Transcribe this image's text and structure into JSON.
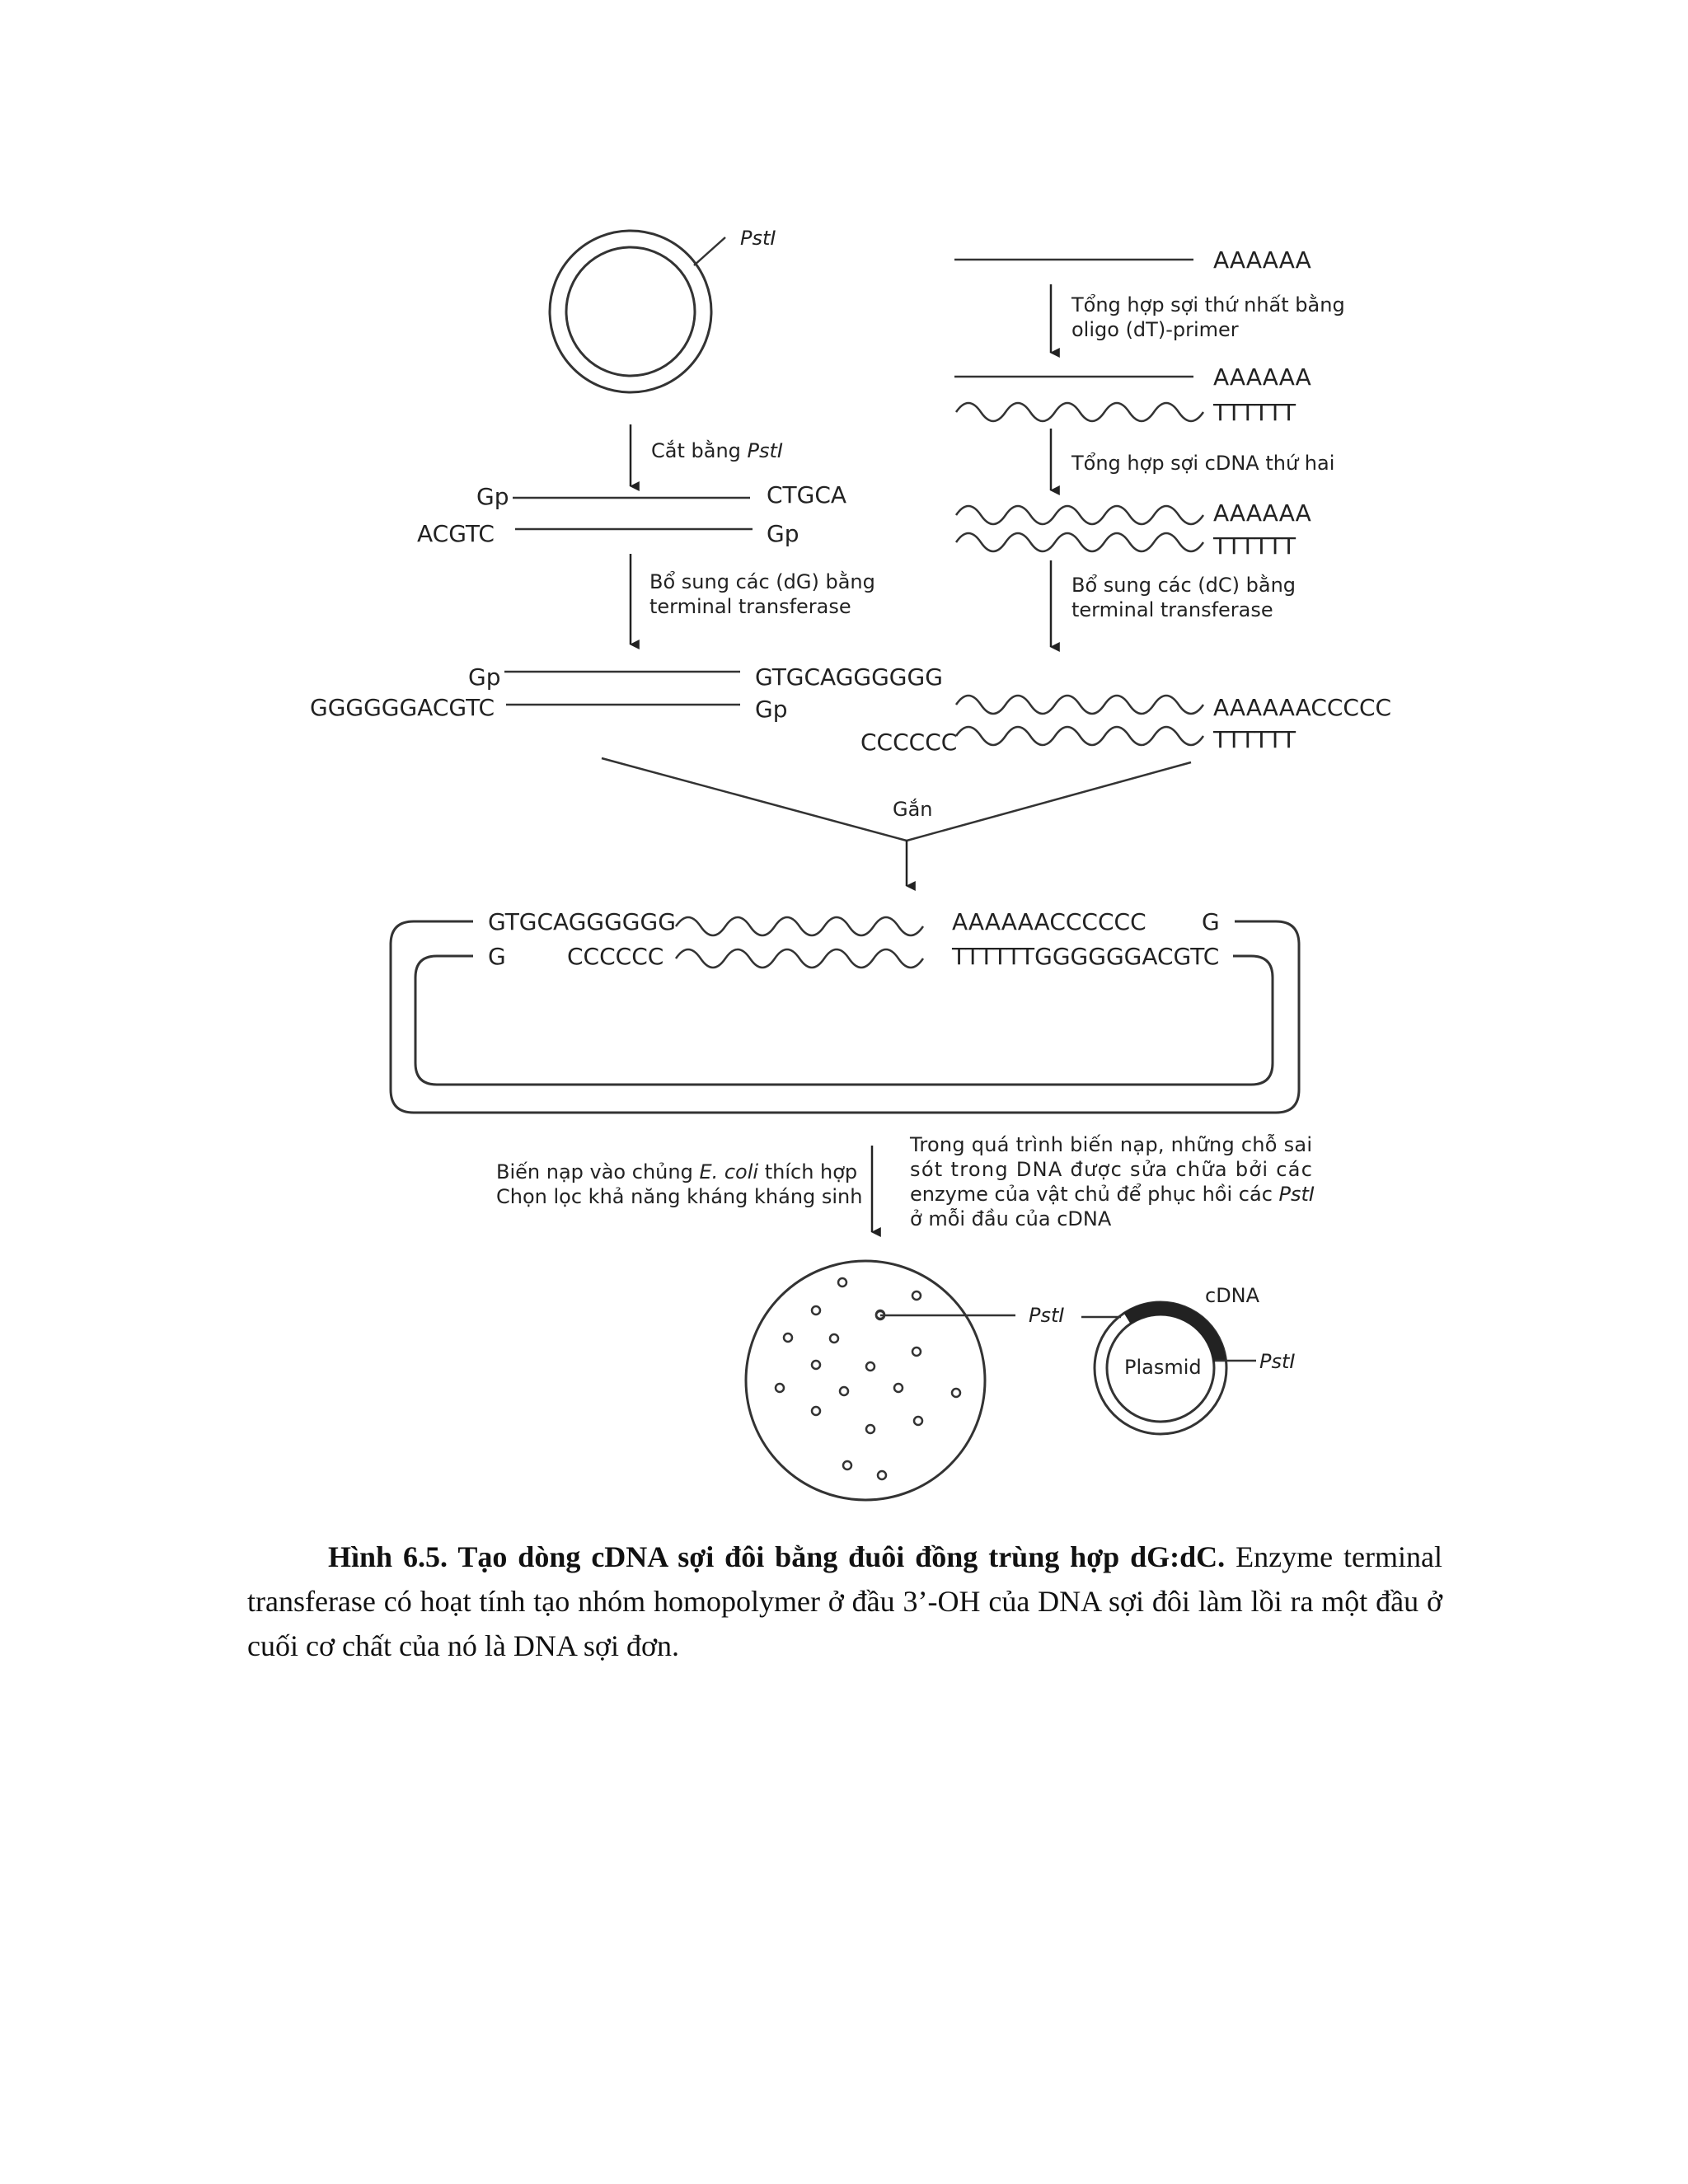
{
  "diagram": {
    "pst_label": "PstI",
    "left": {
      "cut_label_prefix": "Cắt bằng ",
      "cut_label_enzyme": "PstI",
      "gp_top": "Gp",
      "ctgca": "CTGCA",
      "acgtc": "ACGTC",
      "gp_bottom": "Gp",
      "add_dg_line1": "Bổ sung các (dG) bằng",
      "add_dg_line2": "terminal transferase",
      "gp_top2": "Gp",
      "gtgcag_tail": "GTGCAGGGGGG",
      "gggggg_acgtc": "GGGGGGACGTC",
      "gp_bottom2": "Gp"
    },
    "right": {
      "polyA1": "AAAAAA",
      "step1_line1": "Tổng hợp sợi thứ nhất bằng",
      "step1_line2": "oligo (dT)-primer",
      "polyA2": "AAAAAA",
      "polyT2": "TTTTTT",
      "step2": "Tổng hợp sợi cDNA thứ hai",
      "polyA3": "AAAAAA",
      "polyT3": "TTTTTT",
      "step3_line1": "Bổ sung các (dC) bằng",
      "step3_line2": "terminal transferase",
      "polyA_c": "AAAAAACCCCC",
      "cccccc": "CCCCCC",
      "polyT4": "TTTTTT"
    },
    "ligate": "Gắn",
    "hybrid": {
      "top_left": "GTGCAGGGGGG",
      "top_right": "AAAAAACCCCCC",
      "top_g": "G",
      "bottom_g": "G",
      "bottom_c": "CCCCCC",
      "bottom_right": "TTTTTTGGGGGGACGTC"
    },
    "transform_left_line1_prefix": "Biến nạp vào chủng ",
    "transform_left_line1_italic": "E. coli",
    "transform_left_line1_suffix": " thích hợp",
    "transform_left_line2": "Chọn lọc khả năng kháng kháng sinh",
    "transform_right_line1": "Trong quá trình biến nạp, những chỗ sai",
    "transform_right_line2": "sót trong DNA được sửa chữa bởi các",
    "transform_right_line3_prefix": "enzyme của vật chủ để phục hồi các ",
    "transform_right_line3_italic": "PstI",
    "transform_right_line4": "ở mỗi đầu của cDNA",
    "plate_pst": "PstI",
    "plasmid_label": "Plasmid",
    "cdna_label": "cDNA",
    "plasmid_pst": "PstI"
  },
  "caption": {
    "title": "Hình 6.5. Tạo dòng cDNA sợi đôi bằng đuôi đồng trùng hợp dG:dC.",
    "body": " Enzyme terminal transferase có hoạt tính tạo nhóm homopolymer ở đầu 3’-OH của DNA sợi đôi làm lồi ra một đầu ở cuối cơ chất của nó là DNA sợi đơn."
  }
}
